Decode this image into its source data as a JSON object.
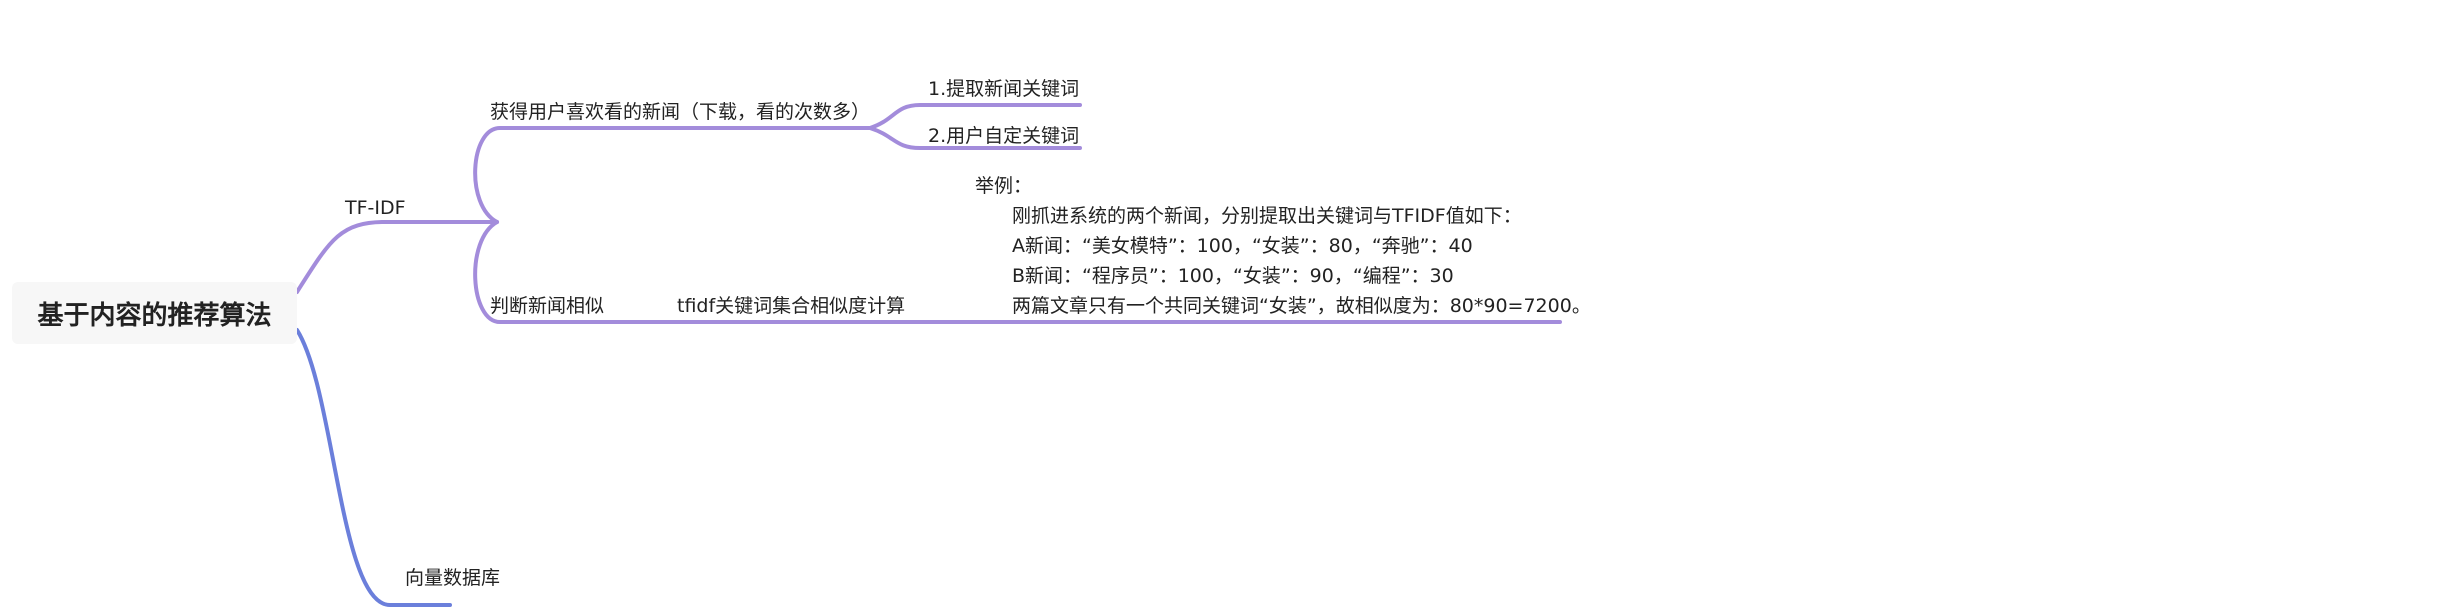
{
  "colors": {
    "purple": "#A38CDB",
    "blue": "#6B7FDB",
    "root_bg": "#F7F7F7"
  },
  "root": "基于内容的推荐算法",
  "branches": {
    "tfidf": {
      "label": "TF-IDF",
      "children": {
        "get_news": {
          "label": "获得用户喜欢看的新闻（下载，看的次数多）",
          "children": [
            "1.提取新闻关键词",
            "2.用户自定关键词"
          ]
        },
        "similar": {
          "label": "判断新闻相似",
          "method": "tfidf关键词集合相似度计算",
          "example": {
            "title": "举例：",
            "lines": [
              "刚抓进系统的两个新闻，分别提取出关键词与TFIDF值如下：",
              "A新闻：“美女模特”：100，“女装”：80，“奔驰”：40",
              "B新闻：“程序员”：100，“女装”：90，“编程”：30",
              "两篇文章只有一个共同关键词“女装”，故相似度为：80*90=7200。"
            ]
          }
        }
      }
    },
    "vector_db": {
      "label": "向量数据库"
    }
  }
}
